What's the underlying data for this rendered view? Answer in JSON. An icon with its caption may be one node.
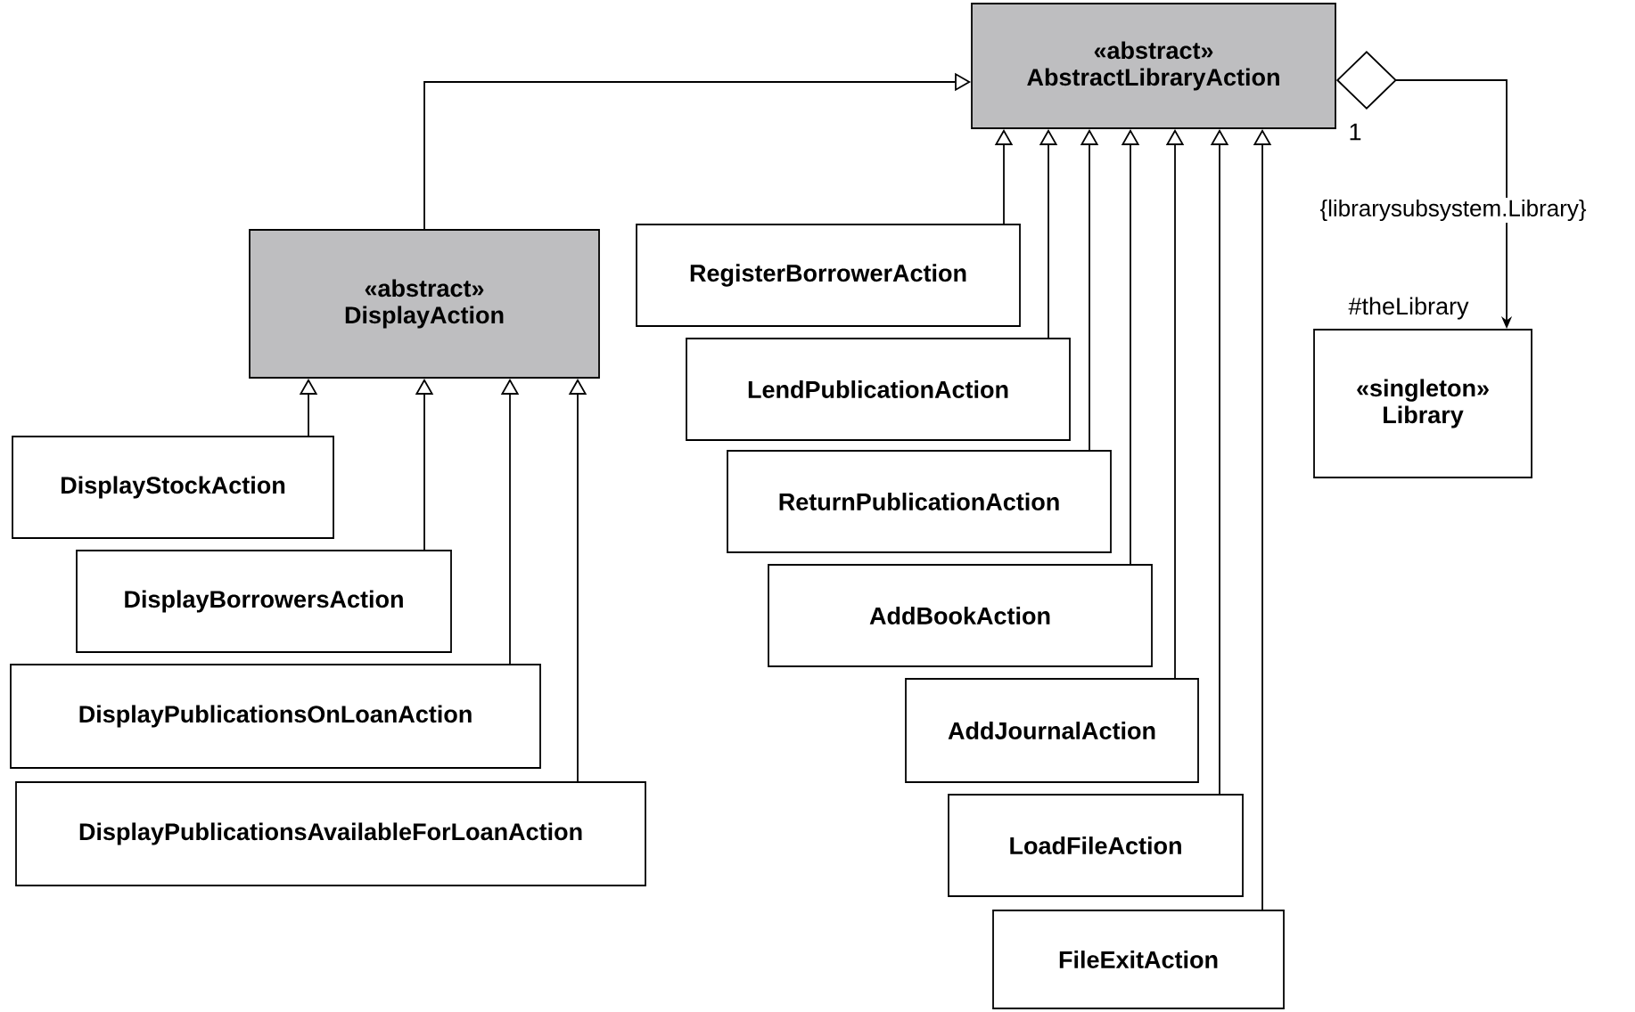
{
  "diagram": {
    "nodes": [
      {
        "text": [
          "«abstract»",
          "AbstractLibraryAction"
        ]
      },
      {
        "text": [
          "«abstract»",
          "DisplayAction"
        ]
      },
      {
        "text": [
          "RegisterBorrowerAction"
        ]
      },
      {
        "text": [
          "LendPublicationAction"
        ]
      },
      {
        "text": [
          "ReturnPublicationAction"
        ]
      },
      {
        "text": [
          "AddBookAction"
        ]
      },
      {
        "text": [
          "AddJournalAction"
        ]
      },
      {
        "text": [
          "LoadFileAction"
        ]
      },
      {
        "text": [
          "FileExitAction"
        ]
      },
      {
        "text": [
          "«singleton»",
          "Library"
        ]
      },
      {
        "text": [
          "DisplayStockAction"
        ]
      },
      {
        "text": [
          "DisplayBorrowersAction"
        ]
      },
      {
        "text": [
          "DisplayPublicationsOnLoanAction"
        ]
      },
      {
        "text": [
          "DisplayPublicationsAvailableForLoanAction"
        ]
      }
    ],
    "edges": [
      {
        "from": 1,
        "to": 0,
        "arrow": "to"
      },
      {
        "from": 2,
        "to": 0,
        "arrow": "to"
      },
      {
        "from": 3,
        "to": 0,
        "arrow": "to"
      },
      {
        "from": 4,
        "to": 0,
        "arrow": "to"
      },
      {
        "from": 5,
        "to": 0,
        "arrow": "to"
      },
      {
        "from": 6,
        "to": 0,
        "arrow": "to"
      },
      {
        "from": 7,
        "to": 0,
        "arrow": "to"
      },
      {
        "from": 8,
        "to": 0,
        "arrow": "to"
      },
      {
        "from": 10,
        "to": 1,
        "arrow": "to"
      },
      {
        "from": 11,
        "to": 1,
        "arrow": "to"
      },
      {
        "from": 12,
        "to": 1,
        "arrow": "to"
      },
      {
        "from": 13,
        "to": 1,
        "arrow": "to"
      },
      {
        "from": 0,
        "to": 9,
        "arrow": "to",
        "label": "{librarysubsystem.Library}"
      }
    ],
    "labels": [
      "1",
      "#theLibrary"
    ]
  }
}
